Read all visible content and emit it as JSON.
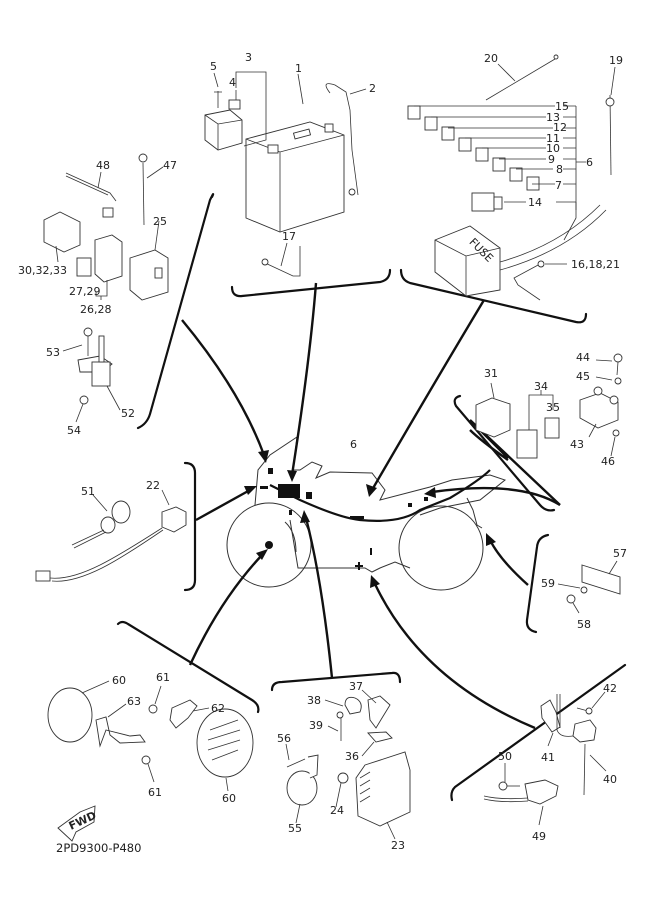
{
  "diagram": {
    "title_code": "2PD9300-P480",
    "fwd_label": "FWD",
    "fuse_box_label": "FUSE",
    "callouts": {
      "c1": "1",
      "c2": "2",
      "c3": "3",
      "c4": "4",
      "c5": "5",
      "c6": "6",
      "c6b": "6",
      "c7": "7",
      "c8": "8",
      "c9": "9",
      "c10": "10",
      "c11": "11",
      "c12": "12",
      "c13": "13",
      "c14": "14",
      "c15": "15",
      "c16": "16,18,21",
      "c17": "17",
      "c19": "19",
      "c20": "20",
      "c22": "22",
      "c23": "23",
      "c24": "24",
      "c25": "25",
      "c2628": "26,28",
      "c2729": "27,29",
      "c303233": "30,32,33",
      "c31": "31",
      "c34": "34",
      "c35": "35",
      "c36": "36",
      "c37": "37",
      "c38": "38",
      "c39": "39",
      "c40": "40",
      "c41": "41",
      "c42": "42",
      "c43": "43",
      "c44": "44",
      "c45": "45",
      "c46": "46",
      "c47": "47",
      "c48": "48",
      "c49": "49",
      "c50": "50",
      "c51": "51",
      "c52": "52",
      "c53": "53",
      "c54": "54",
      "c55": "55",
      "c56": "56",
      "c57": "57",
      "c58": "58",
      "c59": "59",
      "c60a": "60",
      "c60b": "60",
      "c61a": "61",
      "c61b": "61",
      "c62": "62",
      "c63": "63"
    },
    "groups": [
      {
        "id": "battery-relay",
        "parts": [
          "1",
          "2",
          "3",
          "4",
          "5",
          "17"
        ]
      },
      {
        "id": "fuses",
        "parts": [
          "6",
          "7",
          "8",
          "9",
          "10",
          "11",
          "12",
          "13",
          "14",
          "15",
          "16,18,21",
          "19",
          "20"
        ]
      },
      {
        "id": "relays-left",
        "parts": [
          "25",
          "26,28",
          "27,29",
          "30,32,33",
          "47",
          "48",
          "52",
          "53",
          "54"
        ]
      },
      {
        "id": "connectors-right",
        "parts": [
          "31",
          "34",
          "35",
          "43",
          "44",
          "45",
          "46"
        ]
      },
      {
        "id": "socket",
        "parts": [
          "22",
          "51"
        ]
      },
      {
        "id": "reflector-rear",
        "parts": [
          "57",
          "58",
          "59"
        ]
      },
      {
        "id": "reflectors-front",
        "parts": [
          "60",
          "61",
          "62",
          "63"
        ]
      },
      {
        "id": "ecu-horn",
        "parts": [
          "23",
          "24",
          "36",
          "37",
          "38",
          "39",
          "55",
          "56"
        ]
      },
      {
        "id": "switches",
        "parts": [
          "40",
          "41",
          "42",
          "49",
          "50"
        ]
      }
    ]
  }
}
